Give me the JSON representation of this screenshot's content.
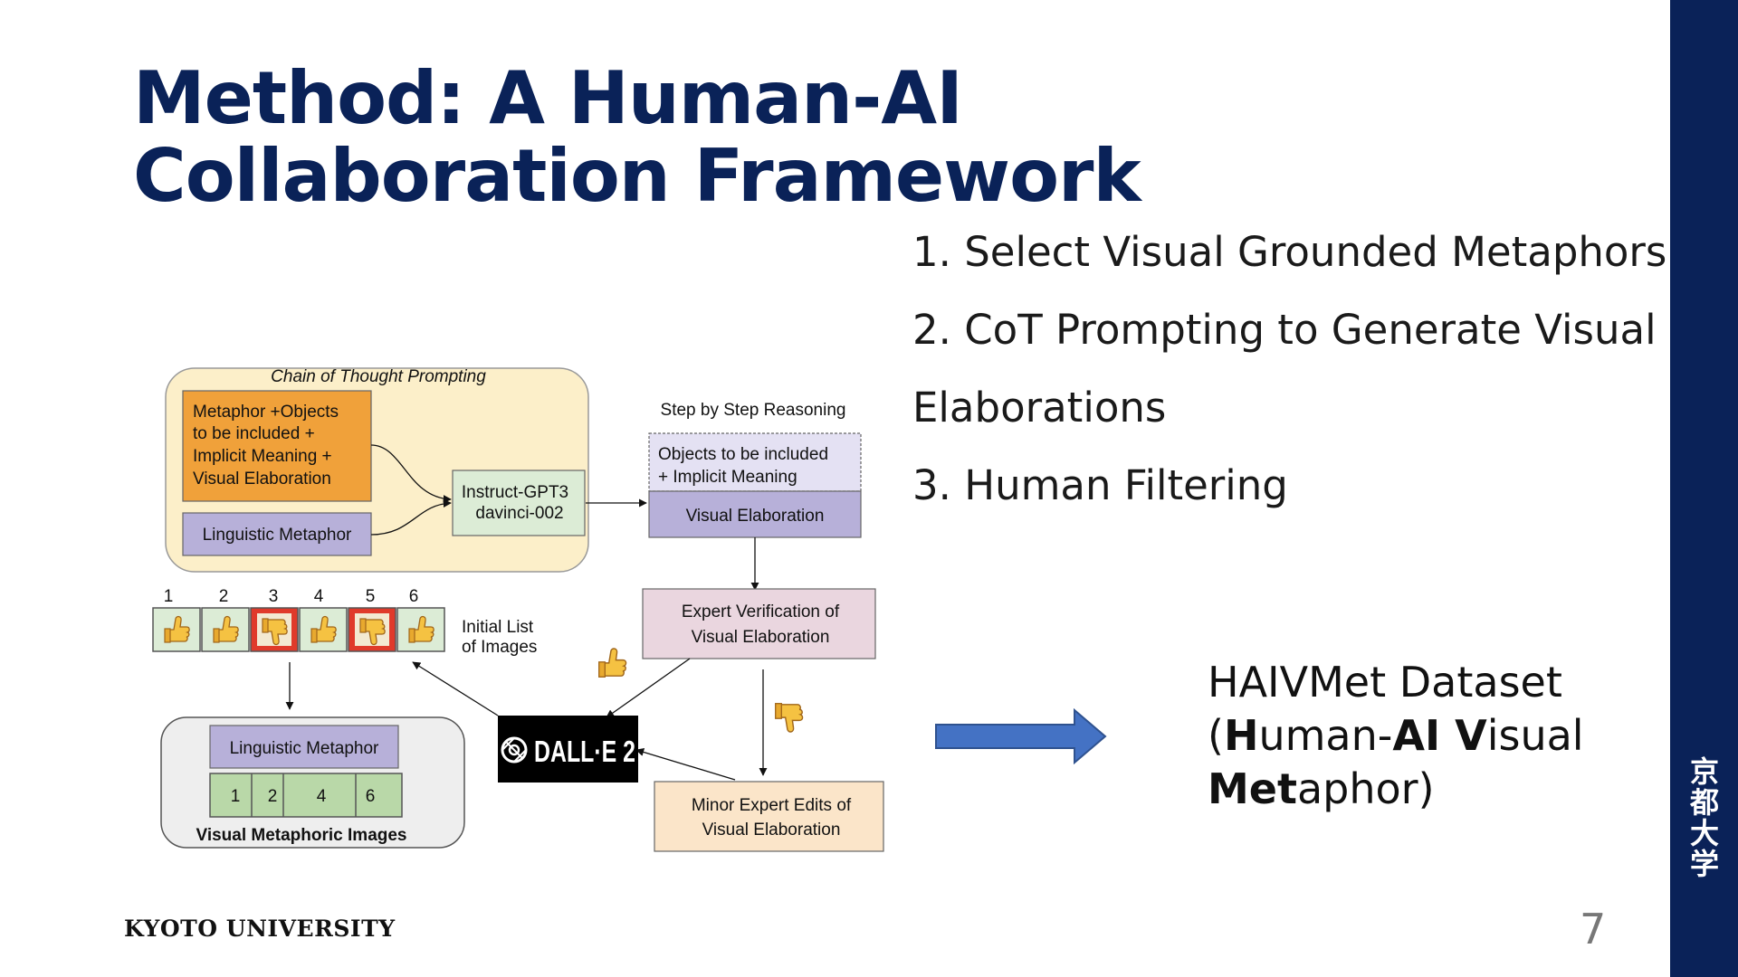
{
  "slide": {
    "title": "Method: A Human-AI Collaboration Framework",
    "steps": [
      "1. Select Visual Grounded Metaphors",
      "2. CoT Prompting to Generate Visual",
      "Elaborations",
      "3. Human Filtering"
    ],
    "dataset": {
      "line1": "HAIVMet Dataset",
      "line2_open": "(",
      "line2_b1": "H",
      "line2_t1": "uman-",
      "line2_b2": "AI V",
      "line2_t2": "isual",
      "line3_b": "Met",
      "line3_t": "aphor)"
    },
    "university": "KYOTO UNIVERSITY",
    "kanji": [
      "京",
      "都",
      "大",
      "学"
    ],
    "page_number": "7"
  },
  "diagram": {
    "cot_title": "Chain of Thought Prompting",
    "metaphor_objects": [
      "Metaphor +Objects",
      "to be included +",
      "Implicit Meaning +",
      "Visual Elaboration"
    ],
    "linguistic_metaphor": "Linguistic Metaphor",
    "instruct_gpt": [
      "Instruct-GPT3",
      "davinci-002"
    ],
    "step_reasoning": "Step by Step Reasoning",
    "objects_included": [
      "Objects to be included",
      "+ Implicit Meaning"
    ],
    "visual_elaboration": "Visual Elaboration",
    "expert_verification": [
      "Expert Verification of",
      "Visual Elaboration"
    ],
    "minor_edits": [
      "Minor Expert Edits of",
      "Visual Elaboration"
    ],
    "dalle": "DALL·E 2",
    "image_numbers": [
      "1",
      "2",
      "3",
      "4",
      "5",
      "6"
    ],
    "initial_list": [
      "Initial List",
      "of Images"
    ],
    "final_linguistic": "Linguistic Metaphor",
    "final_numbers": [
      "1",
      "2",
      "4",
      "6"
    ],
    "visual_metaphoric_images": "Visual Metaphoric Images"
  },
  "colors": {
    "navy": "#0a2258",
    "orange": "#f0a13a",
    "lavender": "#b7b0d9",
    "mint": "#dcecd6",
    "cream": "#fcefc9",
    "pink": "#ead6df",
    "peach": "#fbe5c9",
    "arrow_blue": "#4472c4"
  }
}
